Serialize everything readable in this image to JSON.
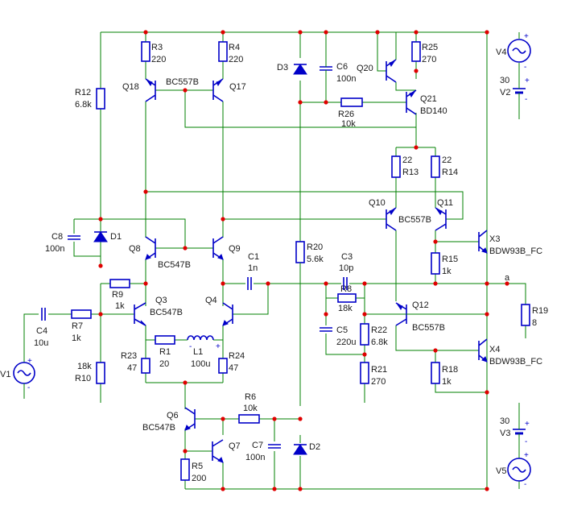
{
  "resistors": [
    {
      "id": "r3",
      "ref": "R3",
      "value": "220"
    },
    {
      "id": "r4",
      "ref": "R4",
      "value": "220"
    },
    {
      "id": "r12",
      "ref": "R12",
      "value": "6.8k"
    },
    {
      "id": "r25",
      "ref": "R25",
      "value": "270"
    },
    {
      "id": "r26",
      "ref": "R26",
      "value": "10k"
    },
    {
      "id": "r13",
      "ref": "R13",
      "value": "22"
    },
    {
      "id": "r14",
      "ref": "R14",
      "value": "22"
    },
    {
      "id": "r20",
      "ref": "R20",
      "value": "5.6k"
    },
    {
      "id": "r15",
      "ref": "R15",
      "value": "1k"
    },
    {
      "id": "r9",
      "ref": "R9",
      "value": "1k"
    },
    {
      "id": "r7",
      "ref": "R7",
      "value": "1k"
    },
    {
      "id": "r10",
      "ref": "R10",
      "value": "18k"
    },
    {
      "id": "r1",
      "ref": "R1",
      "value": "20"
    },
    {
      "id": "r23",
      "ref": "R23",
      "value": "47"
    },
    {
      "id": "r24",
      "ref": "R24",
      "value": "47"
    },
    {
      "id": "r8",
      "ref": "R8",
      "value": "18k"
    },
    {
      "id": "r22",
      "ref": "R22",
      "value": "6.8k"
    },
    {
      "id": "r21",
      "ref": "R21",
      "value": "270"
    },
    {
      "id": "r19",
      "ref": "R19",
      "value": "8"
    },
    {
      "id": "r18",
      "ref": "R18",
      "value": "1k"
    },
    {
      "id": "r6",
      "ref": "R6",
      "value": "10k"
    },
    {
      "id": "r5",
      "ref": "R5",
      "value": "200"
    }
  ],
  "capacitors": [
    {
      "id": "c6",
      "ref": "C6",
      "value": "100n"
    },
    {
      "id": "c8",
      "ref": "C8",
      "value": "100n"
    },
    {
      "id": "c1",
      "ref": "C1",
      "value": "1n"
    },
    {
      "id": "c3",
      "ref": "C3",
      "value": "10p"
    },
    {
      "id": "c4",
      "ref": "C4",
      "value": "10u"
    },
    {
      "id": "c5",
      "ref": "C5",
      "value": "220u"
    },
    {
      "id": "c7",
      "ref": "C7",
      "value": "100n"
    }
  ],
  "transistors": [
    {
      "id": "q18",
      "ref": "Q18"
    },
    {
      "id": "q17",
      "ref": "Q17"
    },
    {
      "id": "q20",
      "ref": "Q20"
    },
    {
      "id": "q21",
      "ref": "Q21",
      "value": "BD140"
    },
    {
      "id": "q10",
      "ref": "Q10"
    },
    {
      "id": "q11",
      "ref": "Q11"
    },
    {
      "id": "q8",
      "ref": "Q8"
    },
    {
      "id": "q9",
      "ref": "Q9"
    },
    {
      "id": "q3",
      "ref": "Q3",
      "value": "BC547B"
    },
    {
      "id": "q4",
      "ref": "Q4"
    },
    {
      "id": "q12",
      "ref": "Q12",
      "value": "BC557B"
    },
    {
      "id": "q6",
      "ref": "Q6",
      "value": "BC547B"
    },
    {
      "id": "q7",
      "ref": "Q7"
    }
  ],
  "shared_labels": {
    "q18_q17_model": "BC557B",
    "q8_q9_model": "BC547B",
    "q10_q11_model": "BC557B"
  },
  "darlingtons": [
    {
      "id": "x3",
      "ref": "X3",
      "value": "BDW93B_FC"
    },
    {
      "id": "x4",
      "ref": "X4",
      "value": "BDW93B_FC"
    }
  ],
  "diodes": [
    {
      "id": "d1",
      "ref": "D1"
    },
    {
      "id": "d2",
      "ref": "D2"
    },
    {
      "id": "d3",
      "ref": "D3"
    }
  ],
  "inductors": [
    {
      "id": "l1",
      "ref": "L1",
      "value": "100u"
    }
  ],
  "sources": [
    {
      "id": "v1",
      "ref": "V1",
      "kind": "ac"
    },
    {
      "id": "v4",
      "ref": "V4",
      "kind": "ac"
    },
    {
      "id": "v5",
      "ref": "V5",
      "kind": "ac"
    },
    {
      "id": "v2",
      "ref": "V2",
      "value": "30",
      "kind": "dc"
    },
    {
      "id": "v3",
      "ref": "V3",
      "value": "30",
      "kind": "dc"
    }
  ],
  "node_labels": {
    "output": "a"
  },
  "colors": {
    "wire": "#008000",
    "component": "#0000c8",
    "junction": "#e00000",
    "text": "#1a1a1a"
  }
}
